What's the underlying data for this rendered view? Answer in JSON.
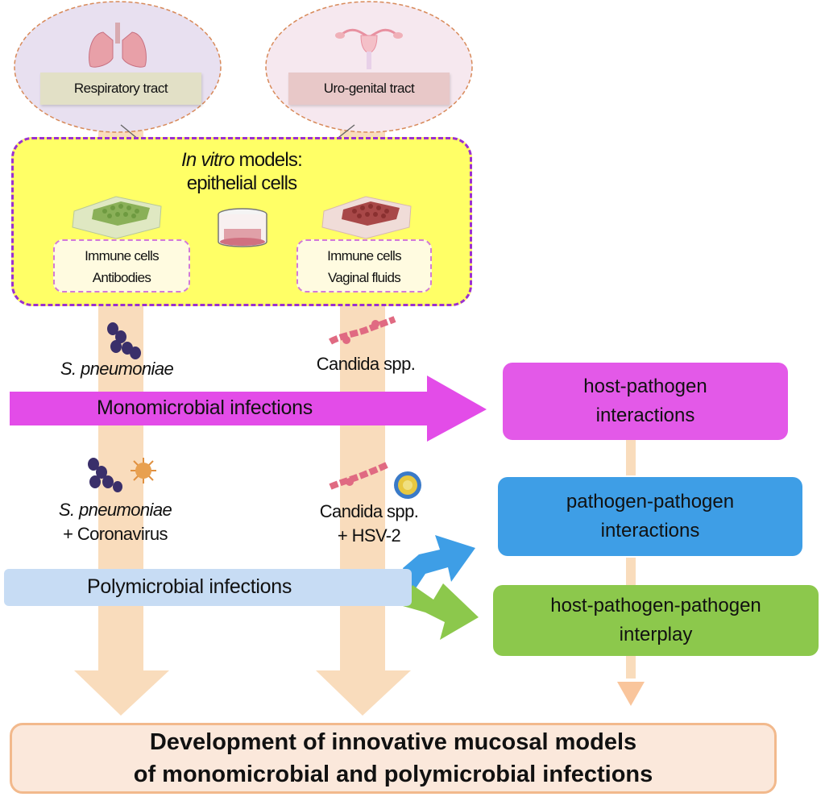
{
  "sources": {
    "respiratory": "Respiratory tract",
    "urogenital": "Uro-genital tract"
  },
  "in_vitro": {
    "italic": "In vitro",
    "rest1": " models:",
    "line2": "epithelial cells"
  },
  "immune_left": {
    "line1": "Immune cells",
    "line2": "Antibodies"
  },
  "immune_right": {
    "line1": "Immune cells",
    "line2": "Vaginal fluids"
  },
  "pathogens": {
    "spn": "S. pneumoniae",
    "candida": "Candida spp.",
    "spn_co": "S. pneumoniae",
    "corona": "+ Coronavirus",
    "candida_co": "Candida spp.",
    "hsv": "+ HSV-2"
  },
  "infections": {
    "mono": "Monomicrobial  infections",
    "poly": "Polymicrobial  infections"
  },
  "outcomes": {
    "host_pathogen": {
      "line1": "host-pathogen",
      "line2": "interactions"
    },
    "pathogen_pathogen": {
      "line1": "pathogen-pathogen",
      "line2": "interactions"
    },
    "interplay": {
      "line1": "host-pathogen-pathogen",
      "line2": "interplay"
    }
  },
  "conclusion": {
    "line1": "Development of innovative mucosal models",
    "line2": "of monomicrobial  and  polymicrobial infections"
  },
  "colors": {
    "flow": "#f9dcbc",
    "mono": "#e34ce8",
    "host_pathogen_box": "#e359e8",
    "pathogen_box": "#3e9ee6",
    "interplay_box": "#8cc84c",
    "yellow": "#ffff66",
    "border_purple": "#9b30d0"
  }
}
